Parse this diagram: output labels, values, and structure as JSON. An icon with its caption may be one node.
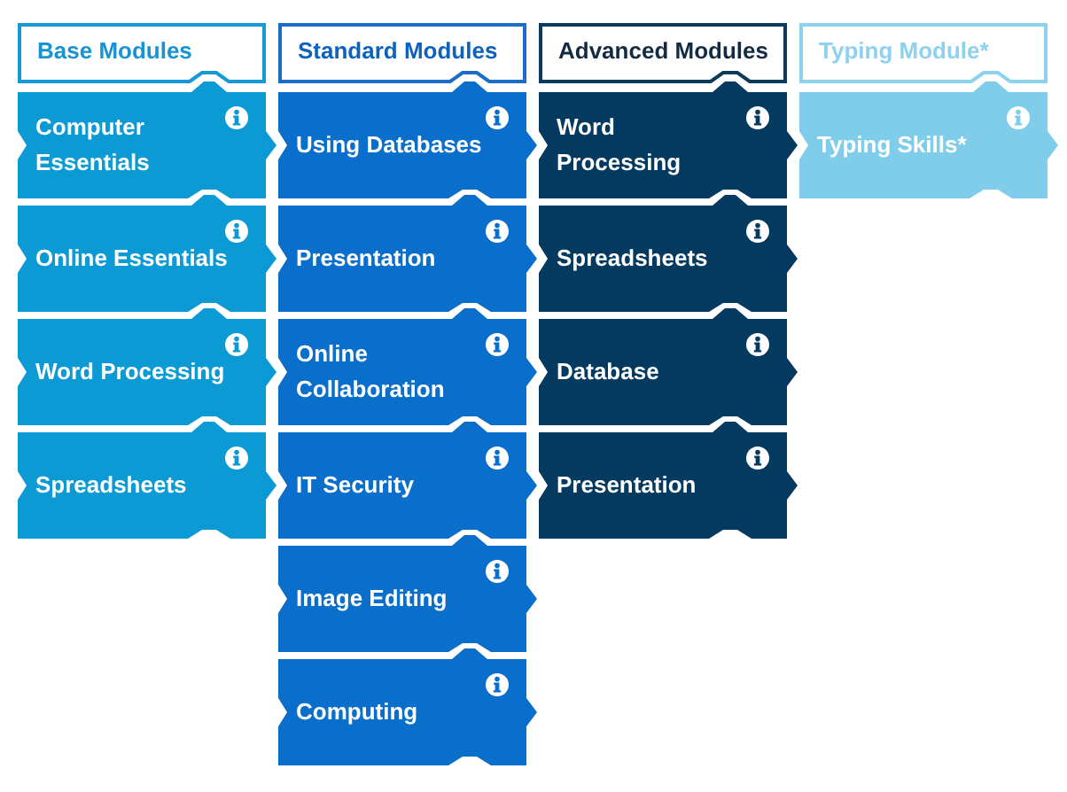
{
  "diagram": {
    "nodes": [
      {
        "text": [
          "Base Modules"
        ]
      },
      {
        "text": [
          "Computer Essentials"
        ]
      },
      {
        "text": [
          "Online Essentials"
        ]
      },
      {
        "text": [
          "Word Processing"
        ]
      },
      {
        "text": [
          "Spreadsheets"
        ]
      },
      {
        "text": [
          "Standard Modules"
        ]
      },
      {
        "text": [
          "Using Databases"
        ]
      },
      {
        "text": [
          "Presentation"
        ]
      },
      {
        "text": [
          "Online Collaboration"
        ]
      },
      {
        "text": [
          "IT Security"
        ]
      },
      {
        "text": [
          "Image Editing"
        ]
      },
      {
        "text": [
          "Computing"
        ]
      },
      {
        "text": [
          "Advanced Modules"
        ]
      },
      {
        "text": [
          "Word Processing"
        ]
      },
      {
        "text": [
          "Spreadsheets"
        ]
      },
      {
        "text": [
          "Database"
        ]
      },
      {
        "text": [
          "Presentation"
        ]
      },
      {
        "text": [
          "Typing Module*"
        ]
      },
      {
        "text": [
          "Typing Skills*"
        ]
      }
    ]
  }
}
